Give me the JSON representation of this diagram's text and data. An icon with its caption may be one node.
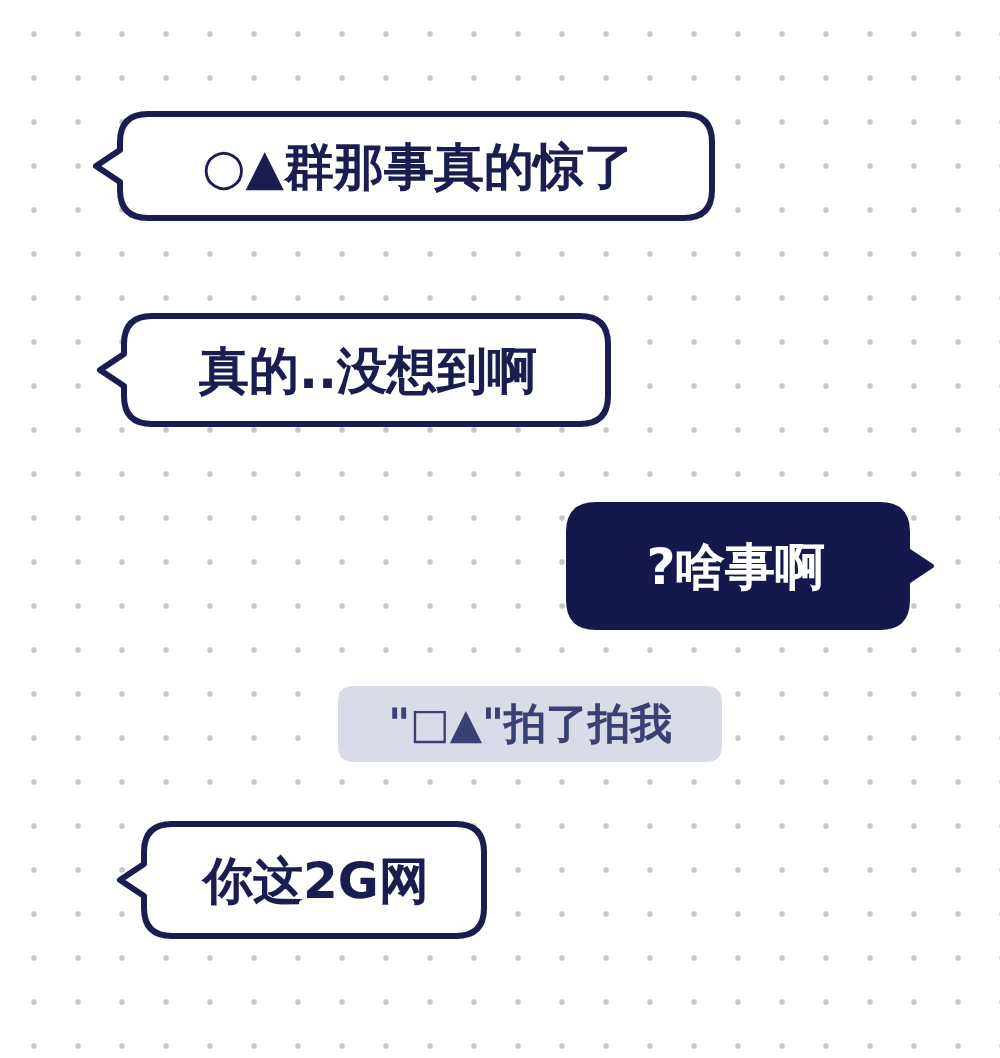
{
  "diagram": {
    "nodes": [
      {
        "text": [
          "○▲群那事真的惊了"
        ]
      },
      {
        "text": [
          "真的..没想到啊"
        ]
      },
      {
        "text": [
          "?啥事啊"
        ]
      },
      {
        "text": [
          "\"□▲\"拍了拍我"
        ]
      },
      {
        "text": [
          "你这2G网"
        ]
      }
    ]
  }
}
